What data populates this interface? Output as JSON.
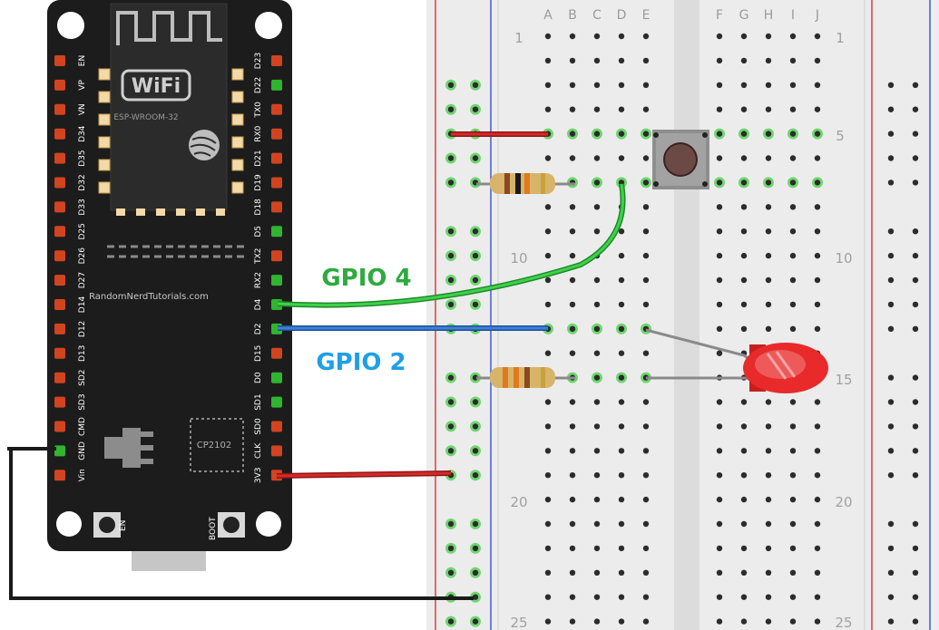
{
  "board": {
    "module_label": "ESP-WROOM-32",
    "wifi_logo": "WiFi",
    "brand_text": "RandomNerdTutorials.com",
    "chip_label": "CP2102",
    "en_button": "EN",
    "boot_button": "BOOT",
    "left_pins": [
      "EN",
      "VP",
      "VN",
      "D34",
      "D35",
      "D32",
      "D33",
      "D25",
      "D26",
      "D27",
      "D14",
      "D12",
      "D13",
      "SD2",
      "SD3",
      "CMD",
      "GND",
      "Vin"
    ],
    "right_pins": [
      "D23",
      "D22",
      "TX0",
      "RX0",
      "D21",
      "D19",
      "D18",
      "D5",
      "TX2",
      "RX2",
      "D4",
      "D2",
      "D15",
      "D0",
      "SD1",
      "SD0",
      "CLK",
      "3V3"
    ]
  },
  "breadboard": {
    "columns_left": [
      "A",
      "B",
      "C",
      "D",
      "E"
    ],
    "columns_right": [
      "F",
      "G",
      "H",
      "I",
      "J"
    ],
    "row_numbers": [
      "1",
      "5",
      "10",
      "15",
      "20",
      "25"
    ]
  },
  "labels": {
    "gpio4": "GPIO 4",
    "gpio2": "GPIO 2"
  },
  "colors": {
    "gpio4": "#2eaa3e",
    "gpio2": "#1ea0e6",
    "wire_red": "#c8201f",
    "wire_green": "#2eb82e",
    "wire_blue": "#2f6fc0",
    "wire_black": "#1a1a1a",
    "led": "#e82a2a",
    "board": "#1c1c1c"
  }
}
